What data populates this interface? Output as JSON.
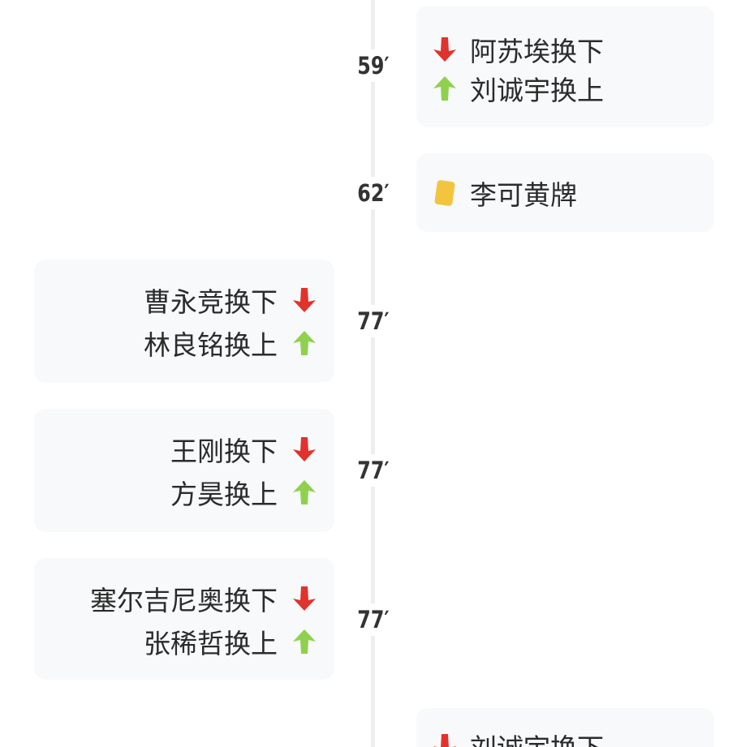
{
  "colors": {
    "sub_off": "#e0332c",
    "sub_on": "#8fd14f",
    "yellow_card": "#f3c53f",
    "minute_text": "#333333",
    "card_bg": "#f7f9fb"
  },
  "events": [
    {
      "minute": "59′",
      "side": "right",
      "lines": [
        {
          "type": "sub-off",
          "icon": "red-down-arrow-icon",
          "text": "阿苏埃换下"
        },
        {
          "type": "sub-on",
          "icon": "green-up-arrow-icon",
          "text": "刘诚宇换上"
        }
      ]
    },
    {
      "minute": "62′",
      "side": "right",
      "lines": [
        {
          "type": "yellow-card",
          "icon": "yellow-card-icon",
          "text": "李可黄牌"
        }
      ]
    },
    {
      "minute": "77′",
      "side": "left",
      "lines": [
        {
          "type": "sub-off",
          "icon": "red-down-arrow-icon",
          "text": "曹永竞换下"
        },
        {
          "type": "sub-on",
          "icon": "green-up-arrow-icon",
          "text": "林良铭换上"
        }
      ]
    },
    {
      "minute": "77′",
      "side": "left",
      "lines": [
        {
          "type": "sub-off",
          "icon": "red-down-arrow-icon",
          "text": "王刚换下"
        },
        {
          "type": "sub-on",
          "icon": "green-up-arrow-icon",
          "text": "方昊换上"
        }
      ]
    },
    {
      "minute": "77′",
      "side": "left",
      "lines": [
        {
          "type": "sub-off",
          "icon": "red-down-arrow-icon",
          "text": "塞尔吉尼奥换下"
        },
        {
          "type": "sub-on",
          "icon": "green-up-arrow-icon",
          "text": "张稀哲换上"
        }
      ]
    },
    {
      "minute": "",
      "side": "right",
      "lines": [
        {
          "type": "sub-off",
          "icon": "red-down-arrow-icon",
          "text": "刘诚宇换下"
        }
      ]
    }
  ]
}
